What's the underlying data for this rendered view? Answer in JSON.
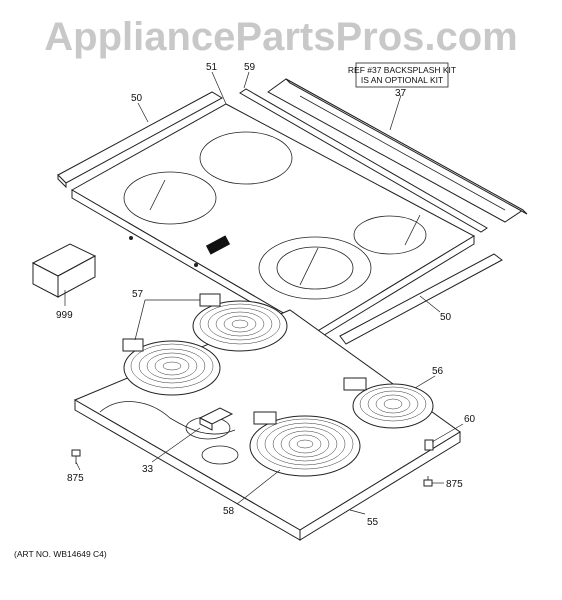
{
  "watermark": "AppliancePartsPros.com",
  "note": {
    "line1": "REF #37 BACKSPLASH KIT",
    "line2": "IS AN OPTIONAL KIT"
  },
  "callouts": {
    "c50a": "50",
    "c51": "51",
    "c59": "59",
    "c37": "37",
    "c999": "999",
    "c57": "57",
    "c50b": "50",
    "c56": "56",
    "c60": "60",
    "c875a": "875",
    "c875b": "875",
    "c33": "33",
    "c58": "58",
    "c55": "55"
  },
  "art_number": "(ART NO. WB14649 C4)"
}
